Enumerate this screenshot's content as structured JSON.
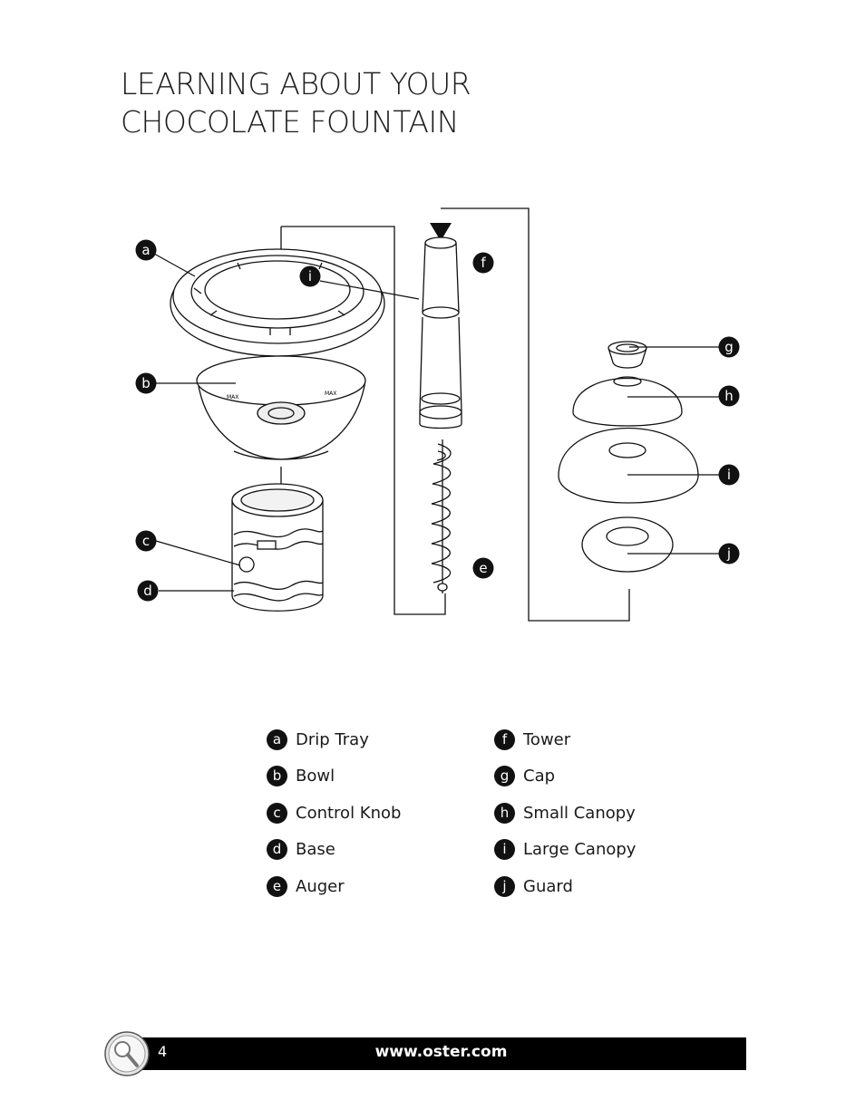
{
  "page": {
    "title_line1": "LEARNING ABOUT YOUR",
    "title_line2": "CHOCOLATE FOUNTAIN"
  },
  "callouts": {
    "a": "a",
    "b": "b",
    "c": "c",
    "d": "d",
    "e": "e",
    "f": "f",
    "g": "g",
    "h": "h",
    "i_tower": "i",
    "i": "i",
    "j": "j"
  },
  "legend": {
    "left": [
      {
        "letter": "a",
        "label": "Drip Tray"
      },
      {
        "letter": "b",
        "label": "Bowl"
      },
      {
        "letter": "c",
        "label": "Control Knob"
      },
      {
        "letter": "d",
        "label": "Base"
      },
      {
        "letter": "e",
        "label": "Auger"
      }
    ],
    "right": [
      {
        "letter": "f",
        "label": "Tower"
      },
      {
        "letter": "g",
        "label": "Cap"
      },
      {
        "letter": "h",
        "label": "Small Canopy"
      },
      {
        "letter": "i",
        "label": "Large Canopy"
      },
      {
        "letter": "j",
        "label": "Guard"
      }
    ]
  },
  "diagram_text": {
    "bowl_max_left": "MAX",
    "bowl_max_right": "MAX"
  },
  "footer": {
    "page_number": "4",
    "url": "www.oster.com",
    "icon": "magnifier-icon"
  }
}
